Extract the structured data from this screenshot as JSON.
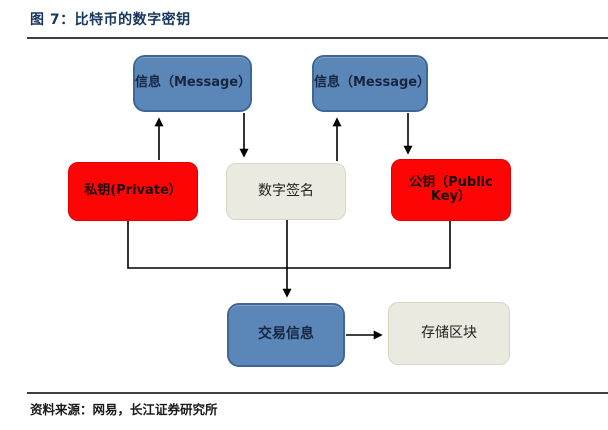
{
  "header": {
    "title": "图 7：比特币的数字密钥"
  },
  "diagram": {
    "nodes": {
      "message_left": "信息（Message）",
      "message_right": "信息（Message）",
      "private_key": "私钥(Private）",
      "digital_signature": "数字签名",
      "public_key": "公钥（Public Key）",
      "transaction_info": "交易信息",
      "storage_block": "存储区块"
    },
    "colors": {
      "blue_fill": "#5B86B8",
      "blue_border": "#3E6795",
      "red_fill": "#FE0505",
      "gray_fill": "#EAEAE0",
      "arrow": "#000000",
      "title_text": "#17365D"
    }
  },
  "footer": {
    "source": "资料来源：网易，长江证券研究所"
  }
}
